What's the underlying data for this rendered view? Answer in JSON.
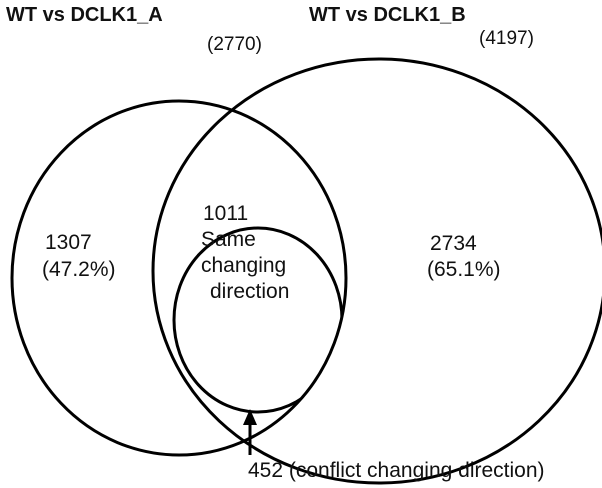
{
  "sets": {
    "a": {
      "title": "WT vs DCLK1_A",
      "total": "(2770)",
      "only_count": "1307",
      "only_pct": "(47.2%)"
    },
    "b": {
      "title": "WT vs DCLK1_B",
      "total": "(4197)",
      "only_count": "2734",
      "only_pct": "(65.1%)"
    }
  },
  "overlap": {
    "count": "1011",
    "line1": "Same",
    "line2": "changing",
    "line3": "direction"
  },
  "conflict": {
    "label": "452 (conflict changing direction)"
  },
  "colors": {
    "stroke": "#000000",
    "text": "#111111",
    "background": "#ffffff"
  }
}
